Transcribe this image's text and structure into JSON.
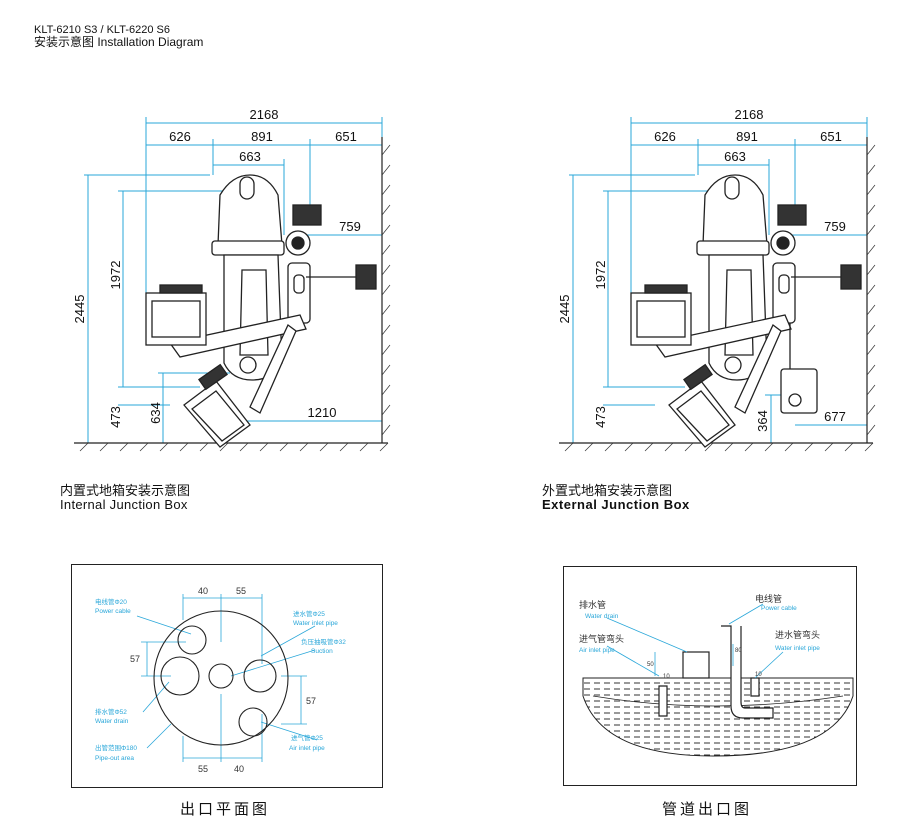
{
  "header": {
    "model": "KLT-6210 S3 / KLT-6220 S6",
    "title": "安装示意图 Installation Diagram"
  },
  "left_diagram": {
    "dims": {
      "total_width": "2168",
      "left": "626",
      "middle": "891",
      "right": "651",
      "inner": "663",
      "side": "759",
      "height_total": "2445",
      "height_1972": "1972",
      "h473": "473",
      "h634": "634",
      "w1210": "1210"
    },
    "caption_cn": "内置式地箱安装示意图",
    "caption_en": "Internal Junction Box"
  },
  "right_diagram": {
    "dims": {
      "total_width": "2168",
      "left": "626",
      "middle": "891",
      "right": "651",
      "inner": "663",
      "side": "759",
      "height_total": "2445",
      "height_1972": "1972",
      "h473": "473",
      "h364": "364",
      "w677": "677"
    },
    "caption_cn": "外置式地箱安装示意图",
    "caption_en": "External Junction Box"
  },
  "outlet_plan": {
    "dim_top_40": "40",
    "dim_top_55": "55",
    "dim_bot_55": "55",
    "dim_bot_40": "40",
    "dim_left_57": "57",
    "dim_right_57": "57",
    "power_cn": "电线管Φ20",
    "power_en": "Power cable",
    "water_inlet_cn": "进水管Φ25",
    "water_inlet_en": "Water inlet pipe",
    "suction_cn": "负压抽吸管Φ32",
    "suction_en": "Suction",
    "drain_cn": "排水管Φ52",
    "drain_en": "Water drain",
    "area_cn": "出管范围Φ180",
    "area_en": "Pipe-out area",
    "air_cn": "进气管Φ25",
    "air_en": "Air inlet pipe",
    "caption": "出口平面图"
  },
  "pipe_diagram": {
    "drain_cn": "排水管",
    "drain_en": "Water drain",
    "air_cn": "进气管弯头",
    "air_en": "Air inlet pipe",
    "power_cn": "电线管",
    "power_en": "Power cable",
    "water_cn": "进水管弯头",
    "water_en": "Water inlet pipe",
    "dim_50": "50",
    "dim_10a": "10",
    "dim_80": "80",
    "dim_10b": "10",
    "caption": "管道出口图"
  }
}
